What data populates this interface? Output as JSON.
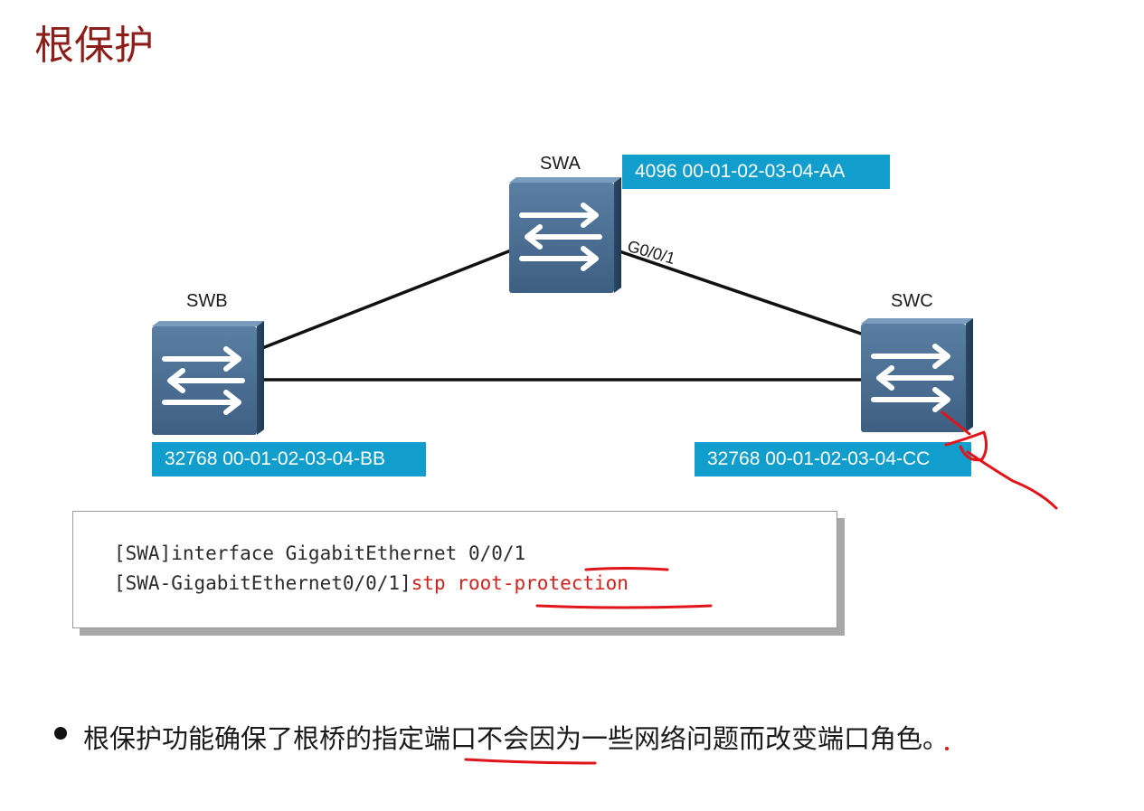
{
  "title": "根保护",
  "devices": {
    "swa": {
      "name": "SWA",
      "bridge_id": "4096 00-01-02-03-04-AA",
      "port": "G0/0/1"
    },
    "swb": {
      "name": "SWB",
      "bridge_id": "32768 00-01-02-03-04-BB"
    },
    "swc": {
      "name": "SWC",
      "bridge_id": "32768 00-01-02-03-04-CC"
    }
  },
  "code": {
    "line1_prefix": "[SWA]interface GigabitEthernet ",
    "line1_port": "0/0/1",
    "line2_prefix": "[SWA-GigabitEthernet0/0/1]",
    "line2_cmd": "stp root-protection"
  },
  "bullet": "根保护功能确保了根桥的指定端口不会因为一些网络问题而改变端口角色。",
  "colors": {
    "title": "#8c1d18",
    "id_box": "#119ecd",
    "command": "#d0221c",
    "annotation": "#e0141a"
  }
}
